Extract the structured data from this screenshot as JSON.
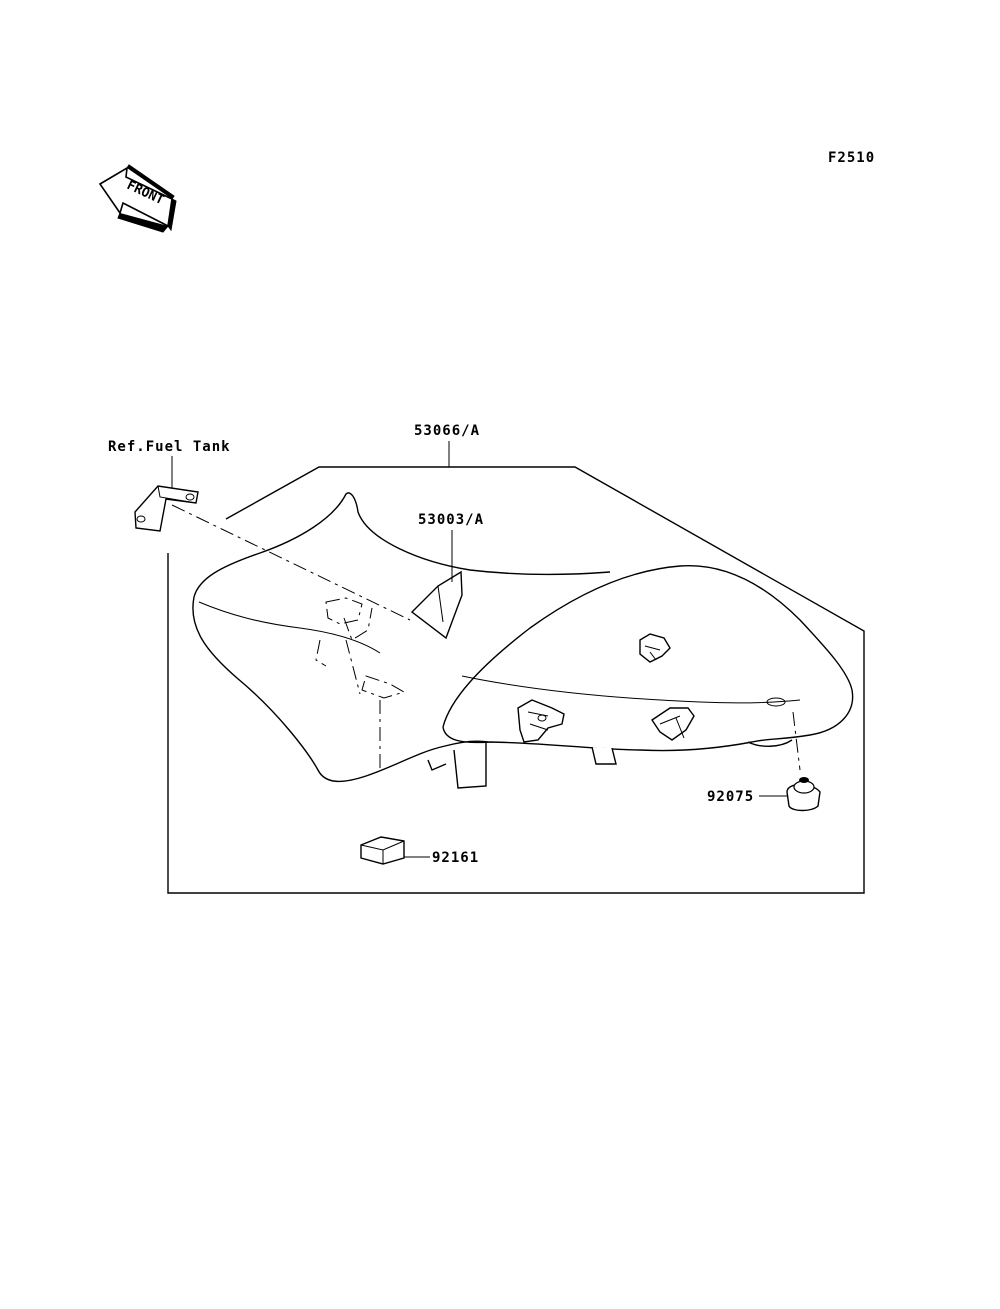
{
  "figure_code": "F2510",
  "front_arrow": {
    "text": "FRONT",
    "icon": "front-arrow-icon"
  },
  "parts": [
    {
      "ref": "53066/A"
    },
    {
      "ref": "53003/A"
    },
    {
      "ref": "92075"
    },
    {
      "ref": "92161"
    }
  ],
  "references": [
    {
      "text": "Ref.Fuel Tank"
    }
  ]
}
